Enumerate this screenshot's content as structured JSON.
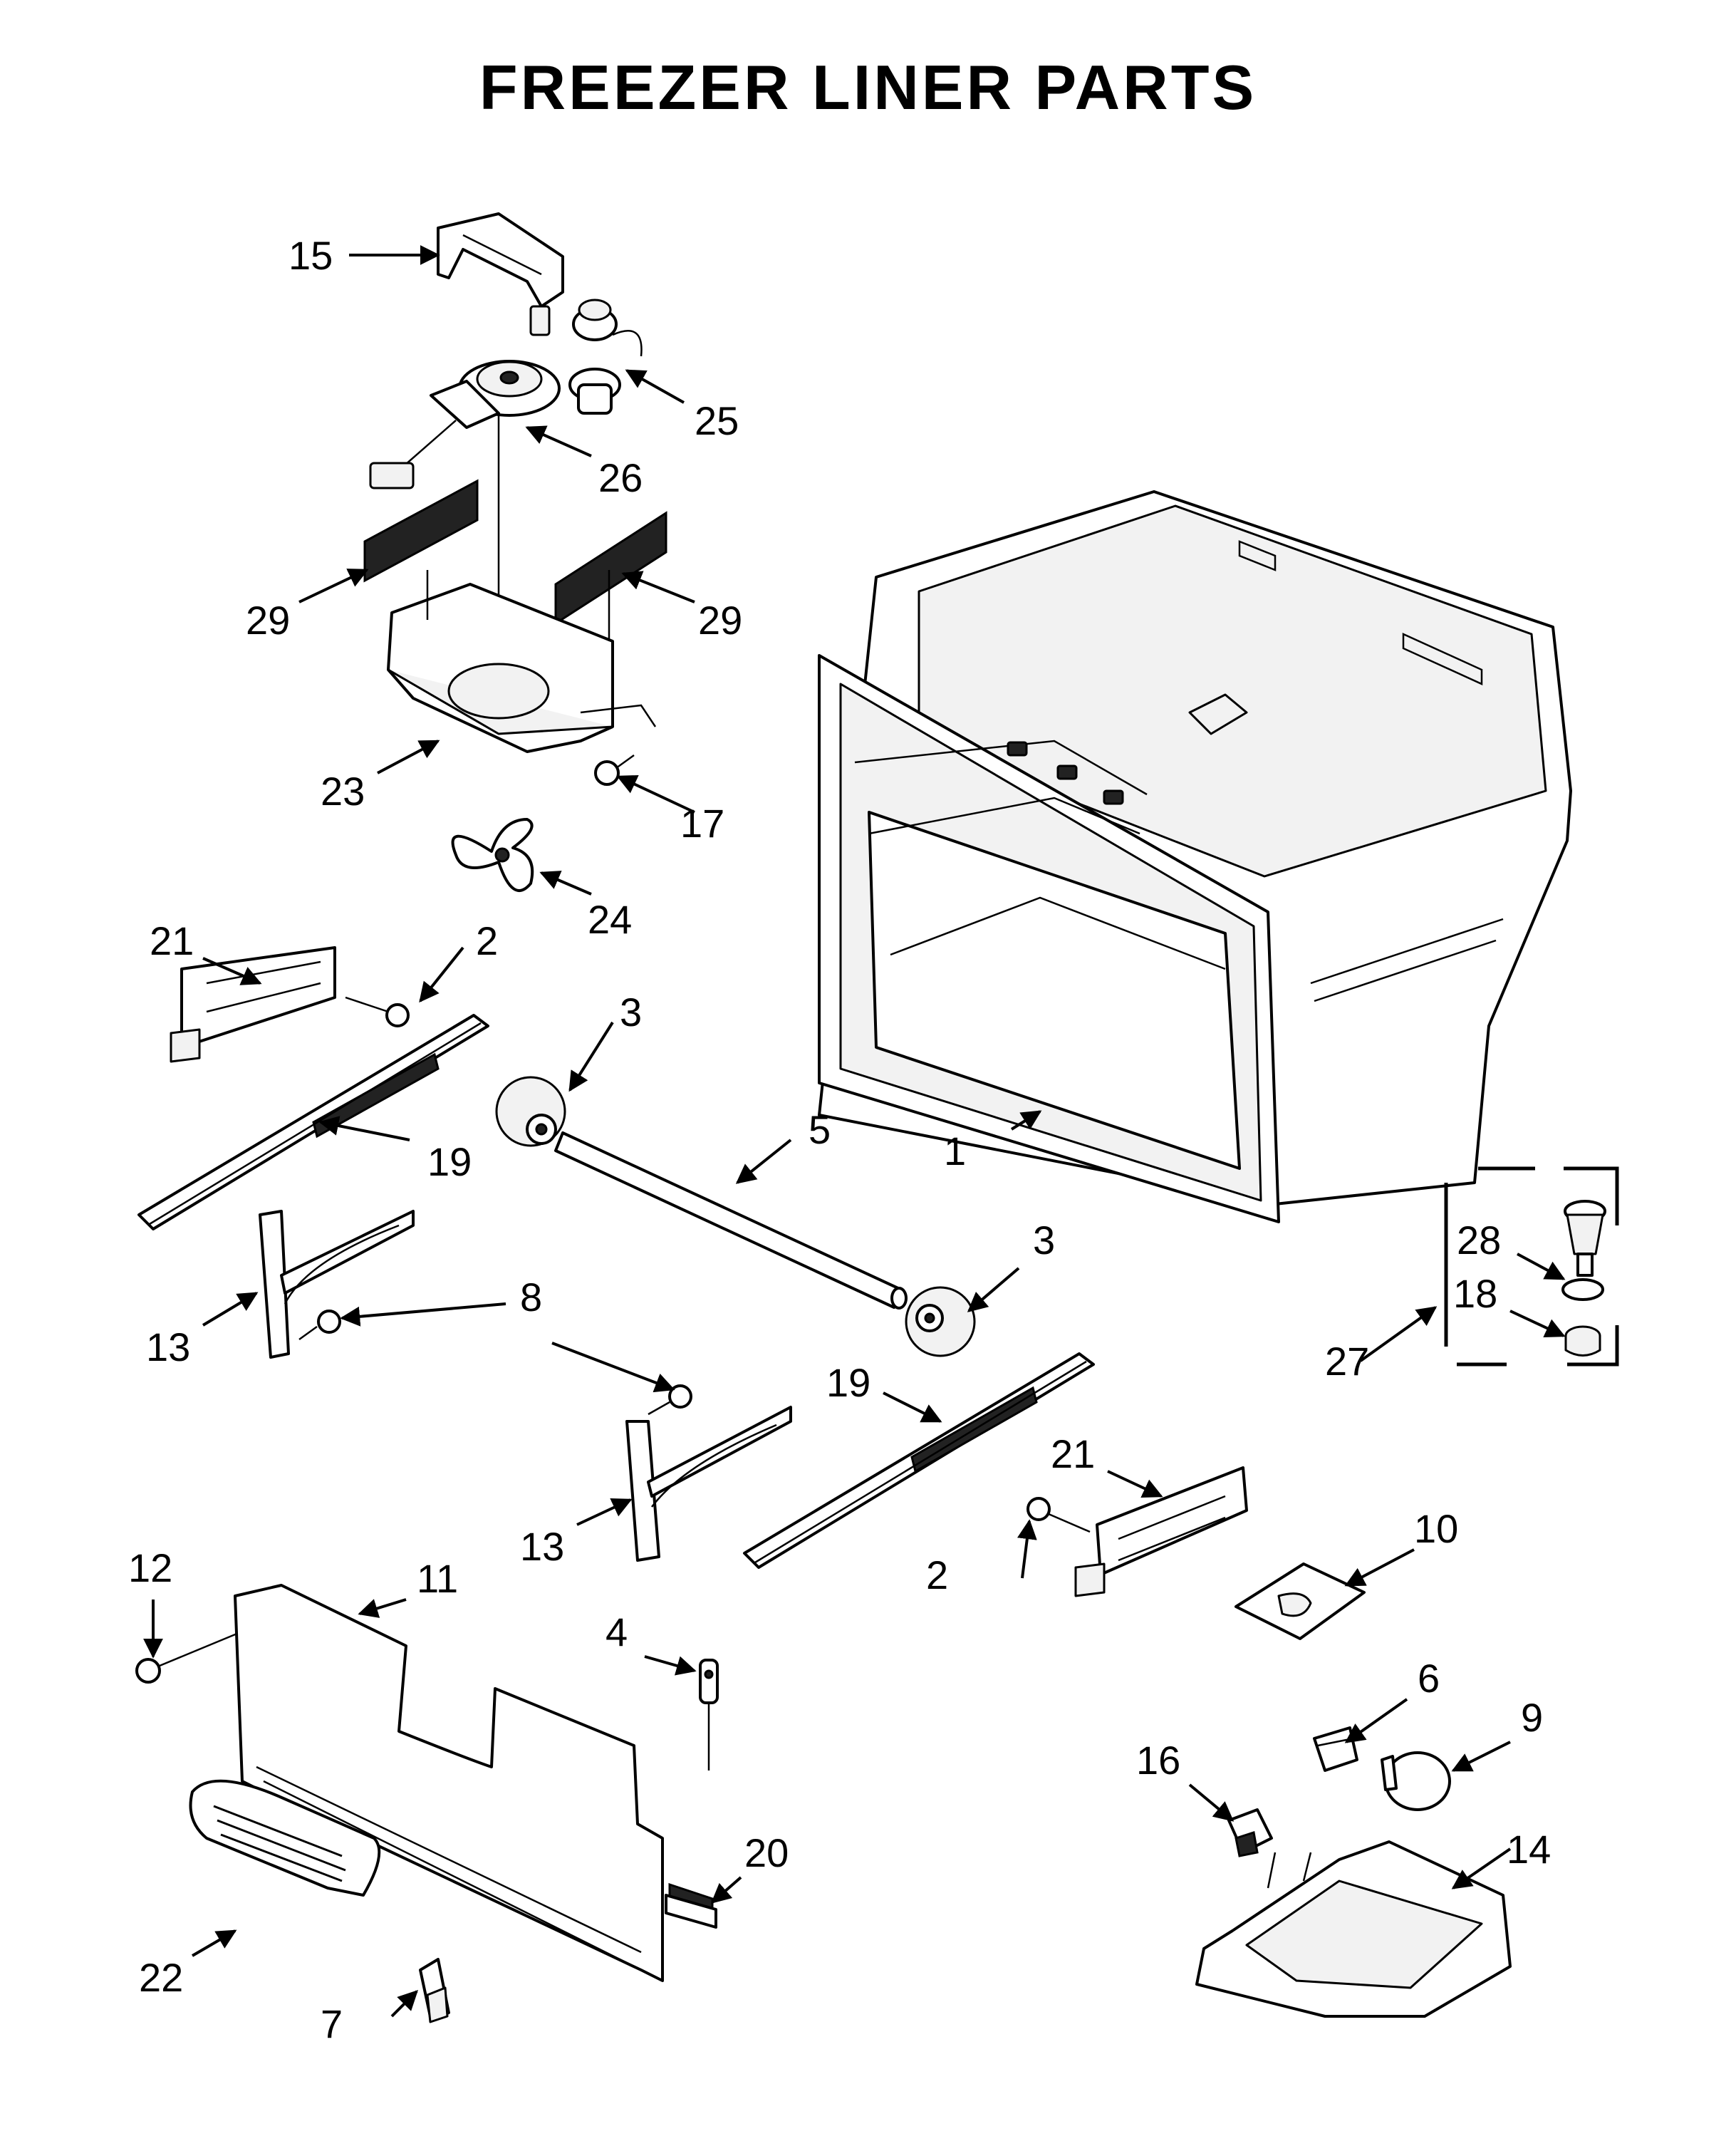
{
  "title": "FREEZER LINER PARTS",
  "callouts": {
    "c1": "1",
    "c2a": "2",
    "c2b": "2",
    "c3a": "3",
    "c3b": "3",
    "c4": "4",
    "c5": "5",
    "c6": "6",
    "c7": "7",
    "c8": "8",
    "c9": "9",
    "c10": "10",
    "c11": "11",
    "c12": "12",
    "c13a": "13",
    "c13b": "13",
    "c14": "14",
    "c15": "15",
    "c16": "16",
    "c17": "17",
    "c18": "18",
    "c19a": "19",
    "c19b": "19",
    "c20": "20",
    "c21a": "21",
    "c21b": "21",
    "c22": "22",
    "c23": "23",
    "c24": "24",
    "c25": "25",
    "c26": "26",
    "c27": "27",
    "c28": "28",
    "c29a": "29",
    "c29b": "29"
  }
}
